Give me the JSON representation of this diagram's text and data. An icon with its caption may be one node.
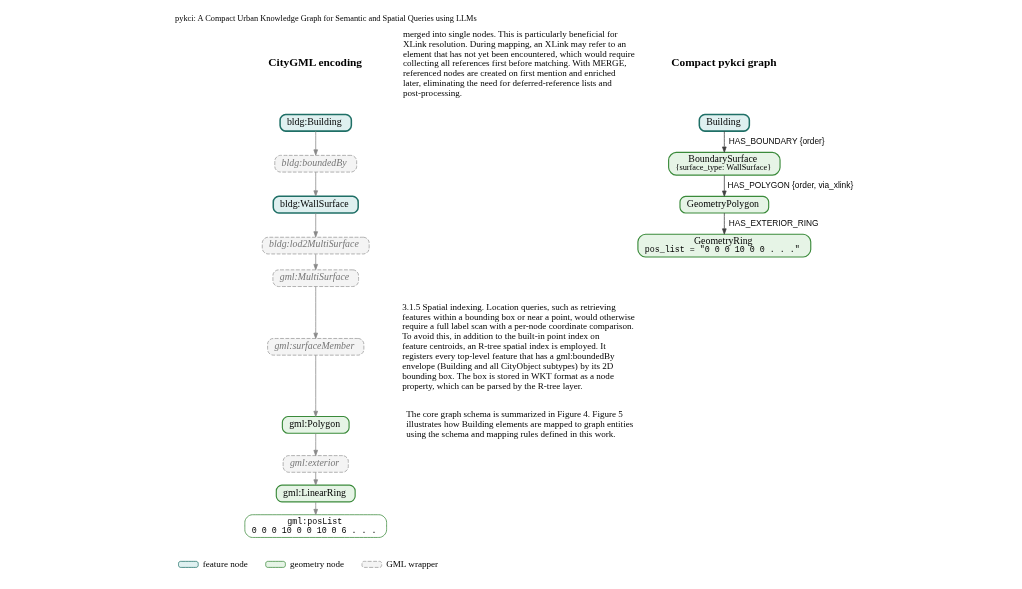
{
  "diagram": {
    "nodes": [
      {
        "text": [
          "bldg:Building"
        ]
      },
      {
        "text": [
          "bldg:boundedBy"
        ]
      },
      {
        "text": [
          "bldg:WallSurface"
        ]
      },
      {
        "text": [
          "bldg:lod2MultiSurface"
        ]
      },
      {
        "text": [
          "gml:MultiSurface"
        ]
      },
      {
        "text": [
          "gml:surfaceMember"
        ]
      },
      {
        "text": [
          "gml:Polygon"
        ]
      },
      {
        "text": [
          "gml:exterior"
        ]
      },
      {
        "text": [
          "gml:LinearRing"
        ]
      },
      {
        "text": [
          "gml:posList",
          "0 0 0 10 0 0 10 0 6 . . ."
        ]
      },
      {
        "text": [
          "Building"
        ]
      },
      {
        "text": [
          "BoundarySurface",
          "{surface_type: WallSurface}"
        ]
      },
      {
        "text": [
          "GeometryPolygon"
        ]
      },
      {
        "text": [
          "GeometryRing",
          "pos_list = \"0 0 0 10 0 0 . . .\""
        ]
      }
    ],
    "edges": [
      {
        "from": 0,
        "to": 1,
        "arrow": "to"
      },
      {
        "from": 1,
        "to": 2,
        "arrow": "to"
      },
      {
        "from": 2,
        "to": 3,
        "arrow": "to"
      },
      {
        "from": 3,
        "to": 4,
        "arrow": "to"
      },
      {
        "from": 4,
        "to": 5,
        "arrow": "to"
      },
      {
        "from": 5,
        "to": 6,
        "arrow": "to"
      },
      {
        "from": 6,
        "to": 7,
        "arrow": "to"
      },
      {
        "from": 7,
        "to": 8,
        "arrow": "to"
      },
      {
        "from": 8,
        "to": 9,
        "arrow": "to"
      },
      {
        "from": 10,
        "to": 11,
        "arrow": "to",
        "label": "HAS_BOUNDARY {order}",
        "color": "#404040"
      },
      {
        "from": 11,
        "to": 12,
        "arrow": "to",
        "label": "HAS_POLYGON {order, via_xlink}",
        "color": "#404040"
      },
      {
        "from": 12,
        "to": 13,
        "arrow": "to",
        "label": "HAS_EXTERIOR_RING",
        "color": "#404040"
      }
    ],
    "labels": [
      "pykci: A Compact Urban Knowledge Graph for Semantic and Spatial Queries using LLMs",
      "CityGML encoding",
      "Compact pykci graph",
      "merged into single nodes. This is particularly beneficial for XLink resolution. During mapping, an XLink may refer to an element that has not yet been encountered, which would require collecting all references first before matching. With MERGE, referenced nodes are created on first mention and enriched later, eliminating the need for deferred-reference lists and post-processing.",
      "3.1.5 Spatial indexing. Location queries, such as retrieving features within a bounding box or near a point, would otherwise require a full label scan with a per-node coordinate comparison. To avoid this, in addition to the built-in point index on feature centroids, an R-tree spatial index is employed. It registers every top-level feature that has a gml:boundedBy envelope (Building and all CityObject subtypes) by its 2D bounding box. The box is stored in WKT format as a node property, which can be parsed by the R-tree layer.",
      "The core graph schema is summarized in Figure 4. Figure 5 illustrates how Building elements are mapped to graph entities using the schema and mapping rules defined in this work."
    ],
    "legend": [
      {
        "text": "feature node"
      },
      {
        "text": "geometry node"
      },
      {
        "text": "GML wrapper"
      }
    ]
  }
}
